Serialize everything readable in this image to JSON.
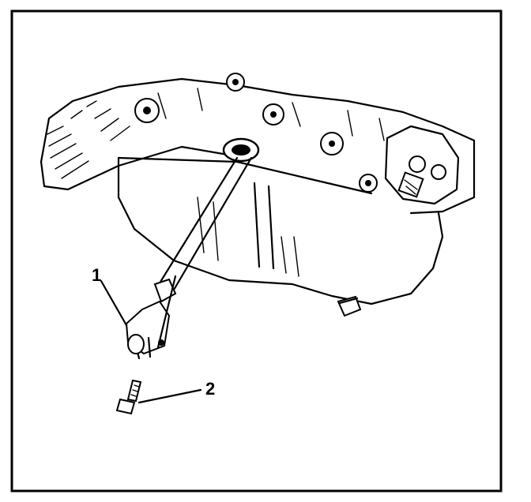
{
  "callouts": [
    {
      "id": "1",
      "label": "1",
      "part": "oil-level-indicator-tube-bracket"
    },
    {
      "id": "2",
      "label": "2",
      "part": "tube-bolt"
    }
  ],
  "colors": {
    "ink": "#000000",
    "paper": "#ffffff"
  }
}
